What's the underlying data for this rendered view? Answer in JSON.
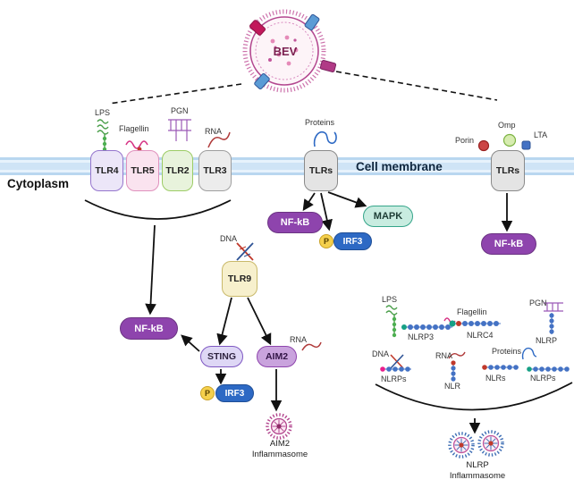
{
  "colors": {
    "nfkb_purple": "#8e44ad",
    "irf3_blue": "#2d69c4",
    "p_yellow": "#f5d04c",
    "mapk_teal": "#c8ece0",
    "membrane_blue": "#cfe4f6",
    "sting_lavender": "#ded7f5",
    "aim2_purple": "#c9a3dd",
    "tlr9_yellow": "#f7f0cd"
  },
  "vesicle": {
    "label": "BEV"
  },
  "membrane": {
    "label": "Cell membrane"
  },
  "cytoplasm_label": "Cytoplasm",
  "left_receptors": {
    "tlr4": "TLR4",
    "tlr5": "TLR5",
    "tlr2": "TLR2",
    "tlr3": "TLR3",
    "ligands": {
      "lps": "LPS",
      "flagellin": "Flagellin",
      "pgn": "PGN",
      "rna": "RNA"
    },
    "nfkb": "NF-kB"
  },
  "tlr9_branch": {
    "receptor": "TLR9",
    "dna": "DNA",
    "rna": "RNA",
    "sting": "STING",
    "aim2": "AIM2",
    "p": "P",
    "irf3": "IRF3",
    "inflammasome_line1": "AIM2",
    "inflammasome_line2": "Inflammasome"
  },
  "middle_branch": {
    "receptor": "TLRs",
    "ligand": "Proteins",
    "nfkb": "NF-kB",
    "mapk": "MAPK",
    "p": "P",
    "irf3": "IRF3"
  },
  "right_branch": {
    "receptor": "TLRs",
    "porin": "Porin",
    "omp": "Omp",
    "lta": "LTA",
    "nfkb": "NF-kB"
  },
  "nlr_cluster": {
    "lps": "LPS",
    "nlrp3": "NLRP3",
    "flagellin": "Flagellin",
    "nlrc4": "NLRC4",
    "pgn": "PGN",
    "nlrp": "NLRP",
    "dna": "DNA",
    "nlrps_dna": "NLRPs",
    "rna": "RNA",
    "nlr": "NLR",
    "proteins": "Proteins",
    "nlrs": "NLRs",
    "nlrps_proteins": "NLRPs",
    "inflammasome_line1": "NLRP",
    "inflammasome_line2": "Inflammasome"
  }
}
